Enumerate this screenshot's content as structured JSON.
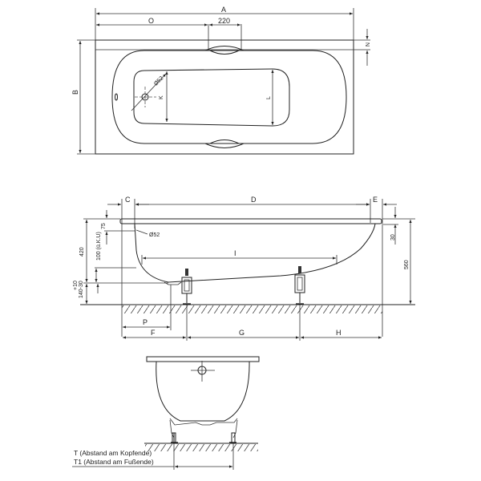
{
  "top_view": {
    "labels": {
      "A": "A",
      "O": "O",
      "d220": "220",
      "N": "N",
      "B": "B",
      "K": "K",
      "L": "L",
      "drain": "Ø52"
    }
  },
  "side_view": {
    "labels": {
      "C": "C",
      "D": "D",
      "E": "E",
      "d75": "75",
      "d30": "30",
      "d420": "420",
      "d100": "100 (ü.K.U)",
      "tol": "+10",
      "d140": "140-30",
      "d560": "560",
      "I": "I",
      "overflow": "Ø52",
      "P": "P",
      "F": "F",
      "G": "G",
      "H": "H"
    }
  },
  "end_view": {
    "legend": [
      "T   (Abstand am Kopfende)",
      "T1 (Abstand am Fußende)"
    ]
  }
}
